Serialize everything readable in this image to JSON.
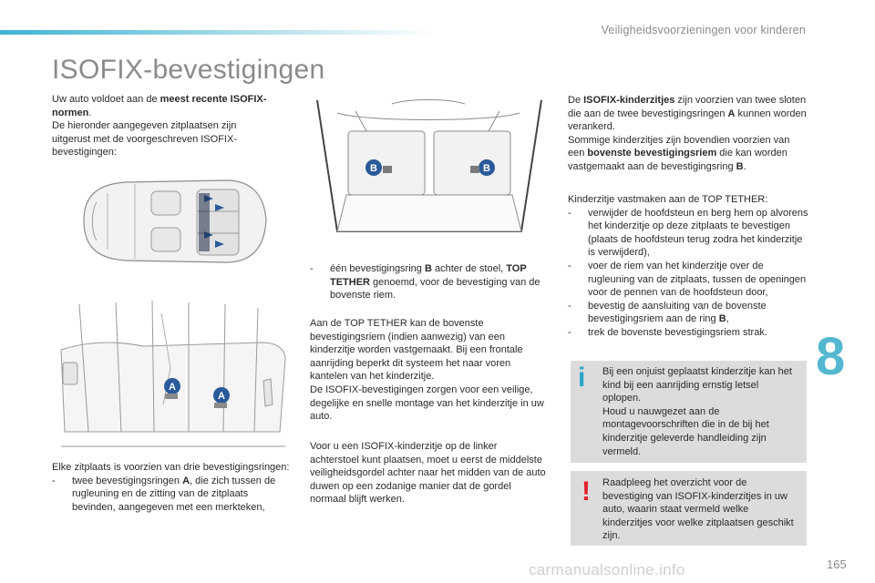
{
  "header": {
    "section_title": "Veiligheidsvoorzieningen voor kinderen"
  },
  "page_title": "ISOFIX-bevestigingen",
  "left_col": {
    "intro_a": "Uw auto voldoet aan de ",
    "intro_bold": "meest recente ISOFIX-normen",
    "intro_b": ".",
    "intro_c": "De hieronder aangegeven zitplaatsen zijn uitgerust met de voorgeschreven ISOFIX-bevestigingen:",
    "seat_text": "Elke zitplaats is voorzien van drie bevestigingsringen:",
    "bullet1_a": "twee bevestigingsringen ",
    "bullet1_bold": "A",
    "bullet1_b": ", die zich tussen de rugleuning en de zitting van de zitplaats bevinden, aangegeven met een merkteken,"
  },
  "mid_col": {
    "bullet2_a": "één bevestigingsring ",
    "bullet2_bold1": "B",
    "bullet2_b": " achter de stoel, ",
    "bullet2_bold2": "TOP TETHER",
    "bullet2_c": " genoemd, voor de bevestiging van de bovenste riem.",
    "para1": "Aan de TOP TETHER kan de bovenste bevestigingsriem (indien aanwezig) van een kinderzitje worden vastgemaakt. Bij een frontale aanrijding beperkt dit systeem het naar voren kantelen van het kinderzitje.",
    "para2": "De ISOFIX-bevestigingen zorgen voor een veilige, degelijke en snelle montage van het kinderzitje in uw auto.",
    "para3": "Voor u een ISOFIX-kinderzitje op de linker achterstoel kunt plaatsen, moet u eerst de middelste veiligheidsgordel achter naar het midden van de auto duwen op een zodanige manier dat de gordel normaal blijft werken."
  },
  "right_col": {
    "p1_a": "De ",
    "p1_bold": "ISOFIX-kinderzitjes",
    "p1_b": " zijn voorzien van twee sloten die aan de twee bevestigingsringen ",
    "p1_bold2": "A",
    "p1_c": " kunnen worden verankerd.",
    "p2_a": "Sommige kinderzitjes zijn bovendien voorzien van een ",
    "p2_bold": "bovenste bevestigingsriem",
    "p2_b": " die kan worden vastgemaakt aan de bevestigingsring ",
    "p2_bold2": "B",
    "p2_c": ".",
    "steps_title": "Kinderzitje vastmaken aan de TOP TETHER:",
    "step1": "verwijder de hoofdsteun en berg hem op alvorens het kinderzitje op deze zitplaats te bevestigen (plaats de hoofdsteun terug zodra het kinderzitje is verwijderd),",
    "step2": "voer de riem van het kinderzitje over de rugleuning van de zitplaats, tussen de openingen voor de pennen van de hoofdsteun door,",
    "step3_a": "bevestig de aansluiting van de bovenste bevestigingsriem aan de ring ",
    "step3_bold": "B",
    "step3_b": ",",
    "step4": "trek de bovenste bevestigingsriem strak.",
    "dash": "-"
  },
  "info_box": {
    "icon": "i",
    "line1": "Bij een onjuist geplaatst kinderzitje kan het kind bij een aanrijding ernstig letsel oplopen.",
    "line2": "Houd u nauwgezet aan de montagevoorschriften die in de bij het kinderzitje geleverde handleiding zijn vermeld."
  },
  "warning_box": {
    "icon": "!",
    "text": "Raadpleeg het overzicht voor de bevestiging van ISOFIX-kinderzitjes in uw auto, waarin staat vermeld welke kinderzitjes voor welke zitplaatsen geschikt zijn."
  },
  "figure_labels": {
    "a": "A",
    "b": "B"
  },
  "chapter_number": "8",
  "page_number": "165",
  "watermark": "carmanualsonline.info",
  "colors": {
    "accent": "#3fb4d2",
    "chapter": "#54b8d0",
    "info_icon": "#2aa7c9",
    "warning_icon": "#e4202a",
    "box_bg": "#dcdcdc"
  }
}
